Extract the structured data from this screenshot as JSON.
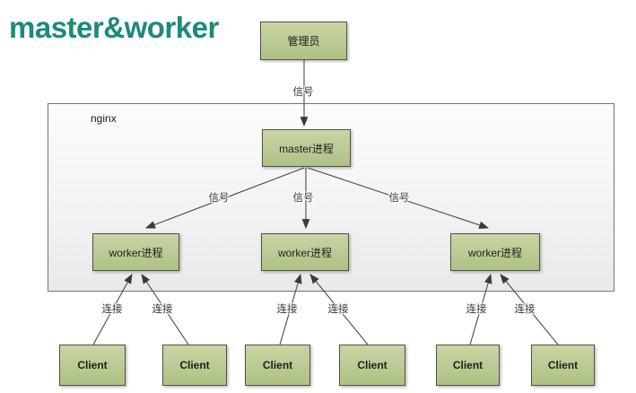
{
  "title": "master&worker",
  "container_label": "nginx",
  "nodes": {
    "admin": "管理员",
    "master": "master进程",
    "workers": [
      "worker进程",
      "worker进程",
      "worker进程"
    ],
    "clients": [
      "Client",
      "Client",
      "Client",
      "Client",
      "Client",
      "Client"
    ]
  },
  "edge_labels": {
    "signals": [
      "信号",
      "信号",
      "信号",
      "信号"
    ],
    "connections": [
      "连接",
      "连接",
      "连接",
      "连接",
      "连接",
      "连接"
    ]
  },
  "colors": {
    "title": "#1a8a7d",
    "node_fill_top": "#c9d5a5",
    "node_fill_bottom": "#aec184",
    "node_border": "#52524a",
    "container_border": "#757575",
    "line": "#4a4a4a",
    "label_text": "#333333"
  }
}
